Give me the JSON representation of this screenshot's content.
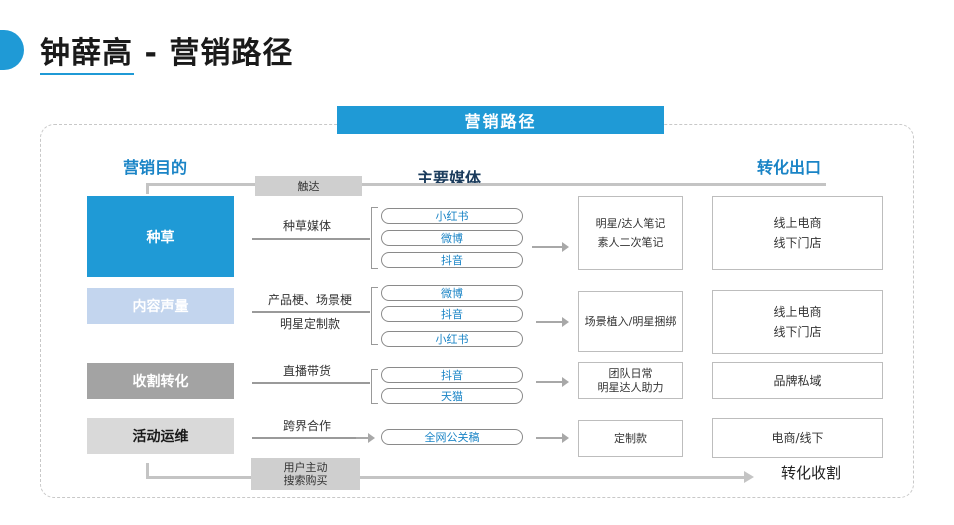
{
  "header": {
    "title": "钟薛高 -  营销路径"
  },
  "banner": {
    "title": "营销路径"
  },
  "columns": {
    "goal": "营销目的",
    "media": "主要媒体",
    "outlet": "转化出口"
  },
  "flow": {
    "top_label": "触达",
    "bottom_label": "用户主动\n搜索购买",
    "final_label": "转化收割"
  },
  "rows": [
    {
      "goal": "种草",
      "method_lines": [
        "种草媒体"
      ],
      "platforms": [
        "小红书",
        "微博",
        "抖音"
      ],
      "content": [
        "明星/达人笔记",
        "素人二次笔记"
      ],
      "outlet": [
        "线上电商",
        "线下门店"
      ]
    },
    {
      "goal": "内容声量",
      "method_lines": [
        "产品梗、场景梗",
        "明星定制款"
      ],
      "platforms": [
        "微博",
        "抖音",
        "小红书"
      ],
      "content": [
        "场景植入/明星捆绑"
      ],
      "outlet": [
        "线上电商",
        "线下门店"
      ]
    },
    {
      "goal": "收割转化",
      "method_lines": [
        "直播带货"
      ],
      "platforms": [
        "抖音",
        "天猫"
      ],
      "content": [
        "团队日常",
        "明星达人助力"
      ],
      "outlet": [
        "品牌私域"
      ]
    },
    {
      "goal": "活动运维",
      "method_lines": [
        "跨界合作"
      ],
      "platforms": [
        "全网公关稿"
      ],
      "content": [
        "定制款"
      ],
      "outlet": [
        "电商/线下"
      ]
    }
  ],
  "colors": {
    "accent": "#1f9ad6",
    "goal_1": "#1f9ad6",
    "goal_2": "#c3d5ee",
    "goal_3": "#a3a3a3",
    "goal_4": "#d9d9d9",
    "platform_text": "#1a84c6"
  }
}
